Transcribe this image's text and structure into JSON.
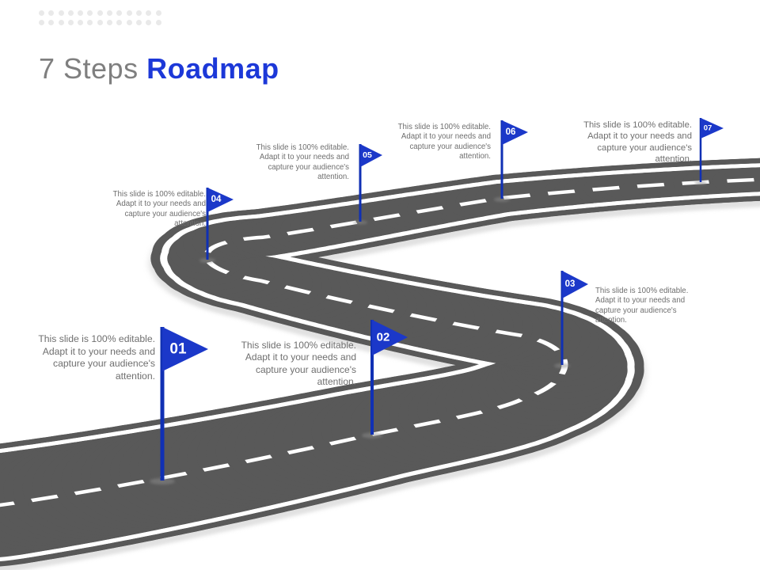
{
  "title": {
    "prefix": "7 Steps",
    "highlight": "Roadmap"
  },
  "steps": [
    {
      "number": "01",
      "description": "This slide is 100% editable. Adapt it to your needs and capture your audience's attention."
    },
    {
      "number": "02",
      "description": "This slide is 100% editable. Adapt it to your needs and capture your audience's attention."
    },
    {
      "number": "03",
      "description": "This slide is 100% editable. Adapt it to your needs and capture your audience's attention."
    },
    {
      "number": "04",
      "description": "This slide is 100% editable. Adapt it to your needs and capture your audience's attention."
    },
    {
      "number": "05",
      "description": "This slide is 100% editable. Adapt it to your needs and capture your audience's attention."
    },
    {
      "number": "06",
      "description": "This slide is 100% editable. Adapt it to your needs and capture your audience's attention."
    },
    {
      "number": "07",
      "description": "This slide is 100% editable. Adapt it to your needs and capture your audience's attention."
    }
  ],
  "colors": {
    "flag_blue": "#1b38c9",
    "pole_blue": "#1030b4",
    "title_blue": "#1c38d8",
    "title_gray": "#7f7f7f",
    "road_gray": "#595959",
    "road_line_white": "#ffffff",
    "text_gray": "#6f6f6f",
    "dot_gray": "#e9e9e9"
  },
  "decor": {
    "dot_rows": 2,
    "dot_cols": 13
  }
}
